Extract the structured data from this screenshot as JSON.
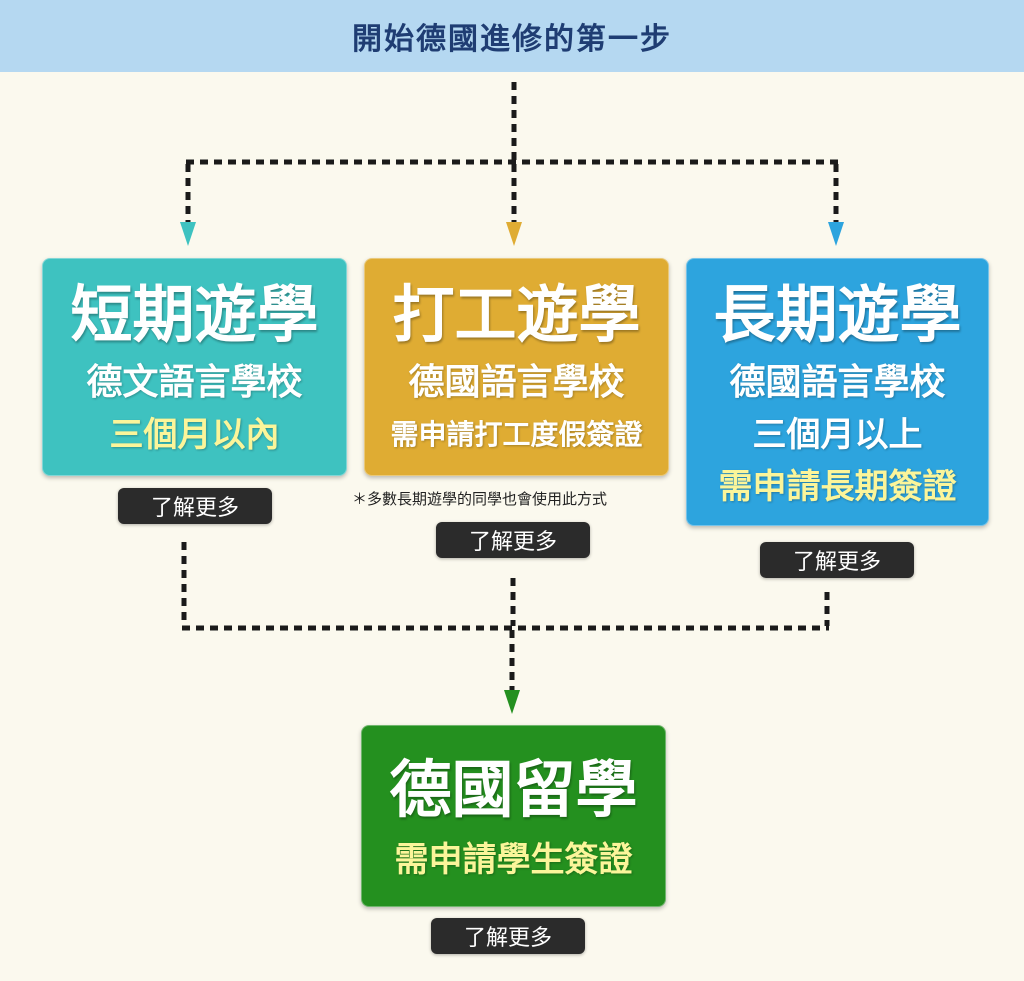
{
  "header": {
    "title": "開始德國進修的第一步"
  },
  "cards": {
    "short": {
      "title": "短期遊學",
      "line1": "德文語言學校",
      "line2": "三個月以內",
      "button": "了解更多",
      "color": "#3ec2c0"
    },
    "work": {
      "title": "打工遊學",
      "line1": "德國語言學校",
      "line2": "需申請打工度假簽證",
      "note": "＊多數長期遊學的同學也會使用此方式",
      "button": "了解更多",
      "color": "#dfac33"
    },
    "long": {
      "title": "長期遊學",
      "line1": "德國語言學校",
      "line2": "三個月以上",
      "line3": "需申請長期簽證",
      "button": "了解更多",
      "color": "#2da4de"
    },
    "study": {
      "title": "德國留學",
      "line1": "需申請學生簽證",
      "button": "了解更多",
      "color": "#24901f"
    }
  },
  "colors": {
    "header_bg": "#b5d8f1",
    "header_text": "#1f3d73",
    "connector": "#1a1a1a",
    "highlight_text": "#fbf59a"
  }
}
